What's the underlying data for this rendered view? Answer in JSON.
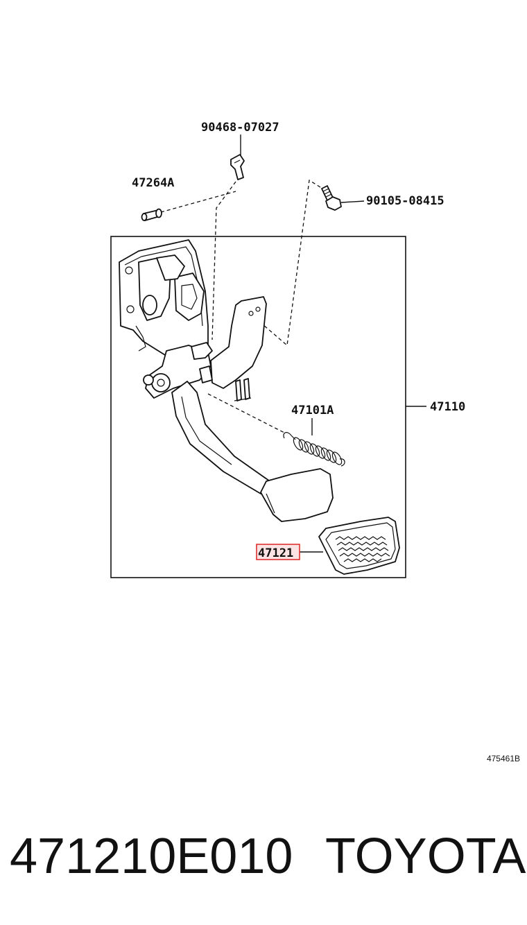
{
  "diagram": {
    "part_labels": {
      "clip": "90468-07027",
      "pin": "47264A",
      "bolt": "90105-08415",
      "assembly": "47110",
      "spring": "47101A",
      "pad": "47121"
    },
    "highlighted_part": "47121",
    "highlight_color": "#e03030",
    "illustration_id": "475461B"
  },
  "footer": {
    "part_number": "471210E010",
    "brand": "TOYOTA"
  }
}
